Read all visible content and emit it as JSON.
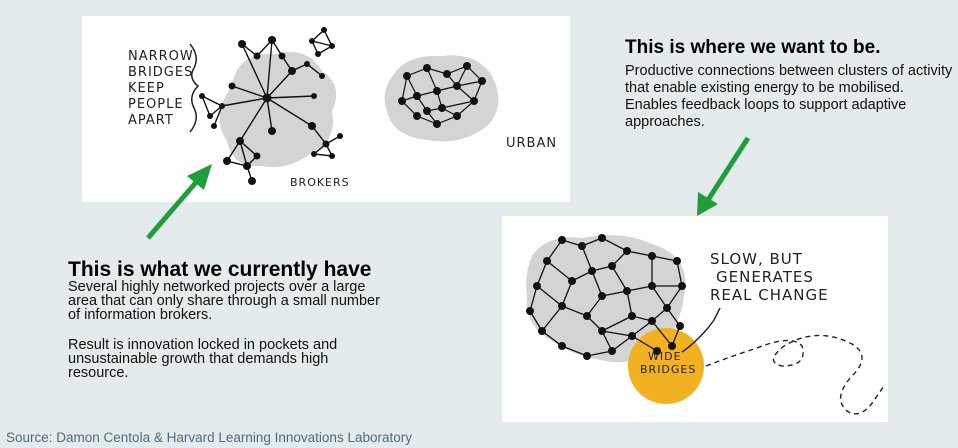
{
  "top_panel": {
    "annotation_lines": [
      "NARROW",
      "BRIDGES",
      "KEEP",
      "PEOPLE",
      "APART"
    ],
    "brokers_label": "BROKERS",
    "urban_label": "URBAN"
  },
  "bottom_panel": {
    "annotation_lines": [
      "SLOW, BUT",
      "GENERATES",
      "REAL CHANGE"
    ],
    "circle_lines": [
      "WIDE",
      "BRIDGES"
    ]
  },
  "target": {
    "heading": "This is where we want to be.",
    "body": "Productive connections between clusters of activity that enable existing energy to be mobilised. Enables feedback loops to support adaptive approaches."
  },
  "current": {
    "heading": "This is what we currently have",
    "body_1": "Several highly networked projects over a large area that can only share through a small number of information brokers.",
    "body_2": "Result is innovation locked in pockets and unsustainable growth that demands high resource."
  },
  "source": "Source: Damon Centola & Harvard Learning Innovations Laboratory",
  "colors": {
    "arrow": "#1f9e3a",
    "blob": "#d4d4d4",
    "wide_bridge": "#f2b21f",
    "background": "#e4ebec",
    "source_text": "#4f6c7d"
  }
}
